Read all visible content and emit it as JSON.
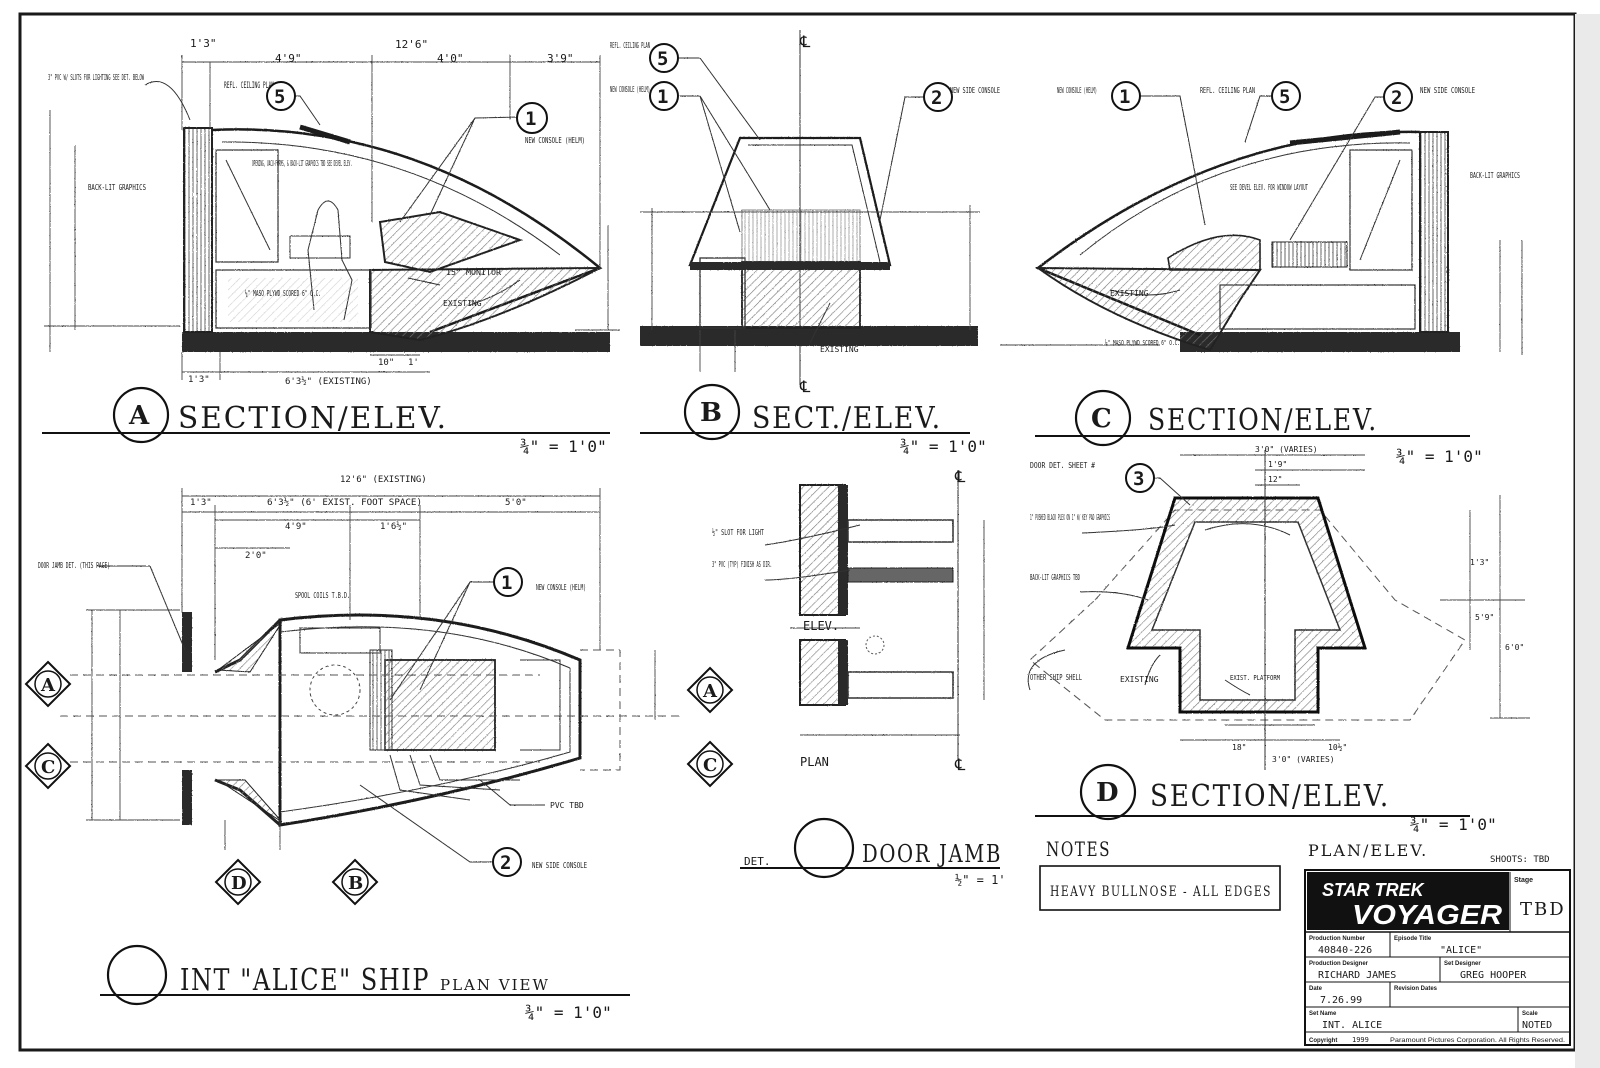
{
  "views": {
    "a": {
      "letter": "A",
      "title": "SECTION/ELEV.",
      "scale": "¾\" = 1'0\""
    },
    "b": {
      "letter": "B",
      "title": "SECT./ELEV.",
      "scale": "¾\" = 1'0\""
    },
    "c": {
      "letter": "C",
      "title": "SECTION/ELEV.",
      "scale": "¾\" = 1'0\""
    },
    "d": {
      "letter": "D",
      "title": "SECTION/ELEV.",
      "scale": "¾\" = 1'0\""
    },
    "plan": {
      "letter": "",
      "title": "INT \"ALICE\" SHIP",
      "subtitle": "PLAN VIEW",
      "scale": "¾\" = 1'0\""
    },
    "door": {
      "prefix": "DET.",
      "title": "DOOR JAMB",
      "scale": "½\" = 1'"
    }
  },
  "callouts": {
    "new_console": "NEW CONSOLE (HELM)",
    "new_side_console": "NEW SIDE CONSOLE",
    "refl_ceiling_plan": "REFL. CEILING PLAN",
    "existing": "EXISTING",
    "monitor": "15\" MONITOR",
    "back_lit": "BACK-LIT GRAPHICS",
    "pvc": "3\" PVC W/ SLOTS FOR LIGHTING SEE DET. BELOW",
    "opening": "OPENING, VACU-FORMS, & BACK-LIT GRAPHICS TBD SEE DEVEL ELEV.",
    "masonite": "¼\" MASO PLYWD SCORED 6\" O.C.",
    "see_devel": "SEE DEVEL ELEV. FOR WINDOW LAYOUT",
    "door_jamb_det": "DOOR JAMB DET. (THIS PAGE)",
    "spool_cols": "SPOOL COILS T.B.D.",
    "pvc_tbd": "PVC TBD",
    "slot_light": "½\" SLOT FOR LIGHT",
    "pvc_finish": "3\" PVC (TYP) FINISH AS DIR.",
    "elev": "ELEV.",
    "plan": "PLAN",
    "door_det_sheet": "DOOR DET. SHEET #",
    "pushed_black": "1\" PUSHED BLACK PLEX ON 1\" W/ KEY PAD GRAPHICS",
    "back_lit_tbd": "BACK-LIT GRAPHICS TBD",
    "other_ship_shell": "OTHER SHIP SHELL",
    "exist_platform": "EXIST. PLATFORM",
    "cl": "℄",
    "shoots": "SHOOTS: TBD",
    "plan_elev": "PLAN/ELEV."
  },
  "dims": {
    "a_top": [
      "1'3\"",
      "4'9\"",
      "4'0\"",
      "3'9\""
    ],
    "a_total": "12'6\"",
    "a_bottom": [
      "1'3\"",
      "6'3½\" (EXISTING)",
      "10\"",
      "1'"
    ],
    "plan_top": "12'6\" (EXISTING)",
    "plan_row": [
      "1'3\"",
      "6'3½\" (6' EXIST. FOOT SPACE)",
      "5'0\""
    ],
    "plan_row2": [
      "4'9\"",
      "1'6½\"",
      "2'0\""
    ],
    "d_top": [
      "3'0\" (VARIES)",
      "1'9\"",
      "12\""
    ],
    "d_bottom": [
      "18\"",
      "3'0\" (VARIES)",
      "10½\""
    ],
    "d_right": [
      "1'3\"",
      "5'9\"",
      "6'0\""
    ]
  },
  "notes": {
    "label": "NOTES",
    "text": "HEAVY BULLNOSE - ALL EDGES"
  },
  "title_block": {
    "brand_line1": "STAR TREK",
    "brand_line2": "VOYAGER",
    "stage_label": "Stage",
    "stage_value": "TBD",
    "production_number_label": "Production Number",
    "production_number": "40840-226",
    "episode_title_label": "Episode Title",
    "episode_title": "\"ALICE\"",
    "production_designer_label": "Production Designer",
    "production_designer": "RICHARD JAMES",
    "set_designer_label": "Set Designer",
    "set_designer": "GREG HOOPER",
    "date_label": "Date",
    "date": "7.26.99",
    "revision_label": "Revision Dates",
    "set_name_label": "Set Name",
    "set_name": "INT. ALICE",
    "scale_label": "Scale",
    "scale_value": "NOTED",
    "copyright_label": "Copyright",
    "copyright_year": "1999",
    "copyright_text": "Paramount Pictures Corporation. All Rights Reserved."
  }
}
